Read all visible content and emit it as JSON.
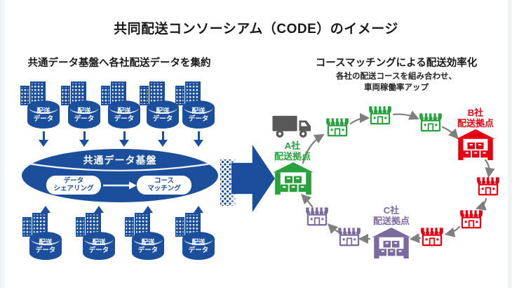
{
  "title": "共同配送コンソーシアム（CODE）のイメージ",
  "left": {
    "heading": "共通データ基盤へ各社配送データを集約",
    "db_label": "配送\nデータ",
    "platform_label": "共通データ基盤",
    "sharing_box": "データ\nシェアリング",
    "matching_box": "コース\nマッチング"
  },
  "right": {
    "heading": "コースマッチングによる配送効率化",
    "subtitle_line1": "各社の配送コースを組み合わせ、",
    "subtitle_line2": "車両稼働率アップ",
    "hub_a_label": "A社\n配送拠点",
    "hub_b_label": "B社\n配送拠点",
    "hub_c_label": "C社\n配送拠点"
  },
  "colors": {
    "primary_blue": "#1b4e9b",
    "company_a_green": "#28a03c",
    "company_b_red": "#e60012",
    "company_c_purple": "#7b6a9e",
    "route_arrow_gray": "#7f7f7f",
    "truck_gray": "#595959"
  }
}
